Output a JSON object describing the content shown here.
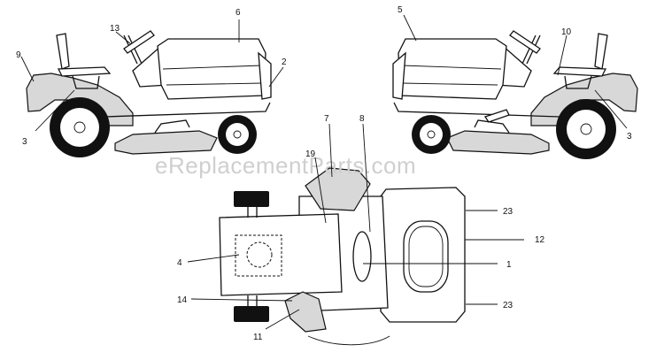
{
  "watermark": "eReplacementParts.com",
  "callouts": {
    "c1": "1",
    "c2": "2",
    "c3_left": "3",
    "c3_right": "3",
    "c4": "4",
    "c5": "5",
    "c6": "6",
    "c7": "7",
    "c8": "8",
    "c9": "9",
    "c10": "10",
    "c11": "11",
    "c12": "12",
    "c13": "13",
    "c14": "14",
    "c19": "19",
    "c23_top": "23",
    "c23_bottom": "23"
  }
}
